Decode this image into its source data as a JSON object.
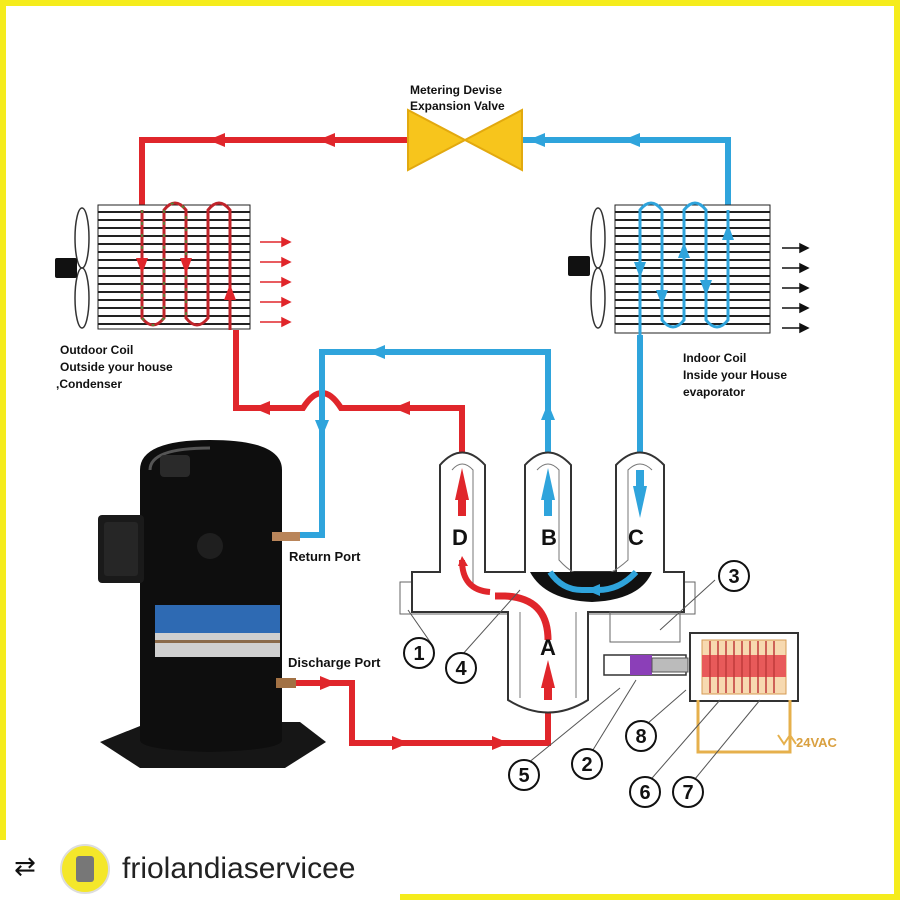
{
  "labels": {
    "metering_line1": "Metering Devise",
    "metering_line2": "Expansion Valve",
    "outdoor_line1": "Outdoor Coil",
    "outdoor_line2": "Outside your house",
    "outdoor_line3": ",Condenser",
    "indoor_line1": "Indoor Coil",
    "indoor_line2": "Inside your House",
    "indoor_line3": "evaporator",
    "return_port": "Return Port",
    "discharge_port": "Discharge Port",
    "voltage": "24VAC"
  },
  "valve_letters": {
    "a": "A",
    "b": "B",
    "c": "C",
    "d": "D"
  },
  "callouts": [
    "1",
    "2",
    "3",
    "4",
    "5",
    "6",
    "7",
    "8"
  ],
  "footer": {
    "repost_icon": "repost-icon",
    "username": "friolandiaservicee"
  },
  "colors": {
    "hot": "#e0262b",
    "cold": "#2fa4dc",
    "valve": "#f7c51c",
    "border": "#f5ec1c"
  }
}
